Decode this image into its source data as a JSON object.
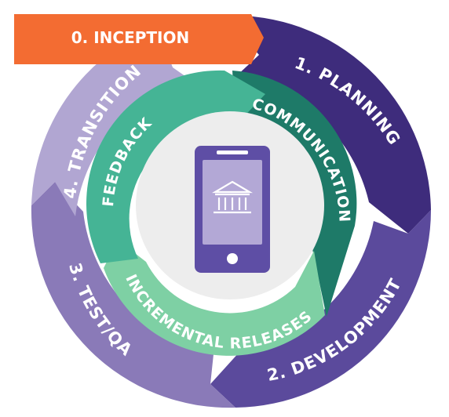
{
  "inception": {
    "label": "0. INCEPTION",
    "color": "#F36C32"
  },
  "outer_phases": [
    {
      "label": "1. PLANNING",
      "color": "#3E2C7C"
    },
    {
      "label": "2. DEVELOPMENT",
      "color": "#5B4A9C"
    },
    {
      "label": "3. TEST/QA",
      "color": "#8A7AB8"
    },
    {
      "label": "4. TRANSITION",
      "color": "#B1A6D2"
    }
  ],
  "inner_cycle": [
    {
      "label": "COMMUNICATION",
      "color": "#1E7A68"
    },
    {
      "label": "INCREMENTAL RELEASES",
      "color": "#7ED0A4"
    },
    {
      "label": "FEEDBACK",
      "color": "#45B495"
    }
  ],
  "center": {
    "icon": "bank-icon",
    "device_icon": "phone-icon",
    "device_color": "#5E4EA5",
    "screen_color": "#B3A8D6",
    "disc_color": "#EDEDED"
  }
}
